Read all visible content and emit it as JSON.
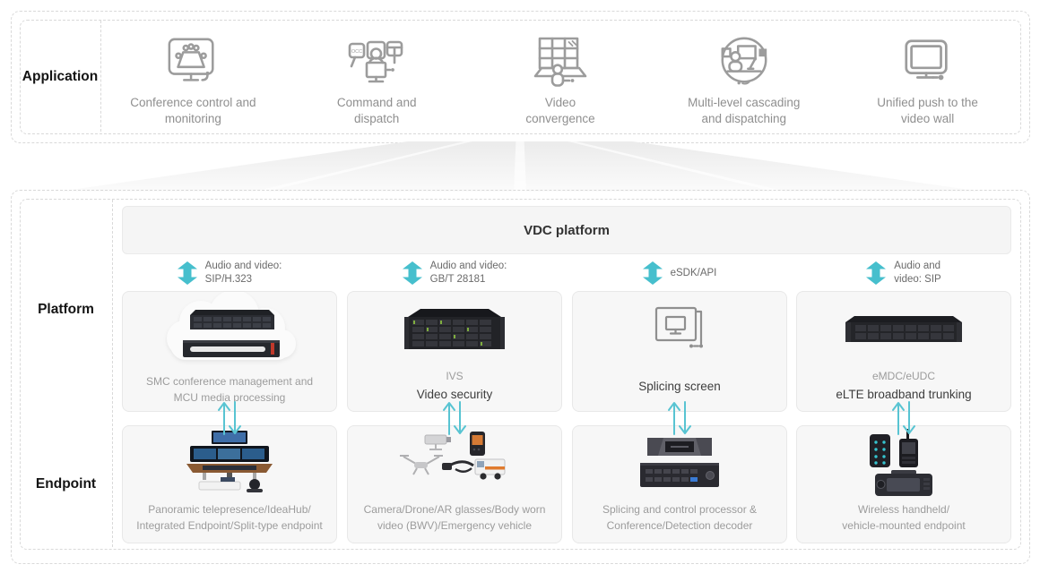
{
  "accent": {
    "teal": "#46bfcd",
    "arrow_thin": "#58c4d2"
  },
  "application": {
    "label": "Application",
    "items": [
      {
        "icon": "conference-control-icon",
        "line1": "Conference control and",
        "line2": "monitoring"
      },
      {
        "icon": "command-dispatch-icon",
        "line1": "Command and",
        "line2": "dispatch"
      },
      {
        "icon": "video-convergence-icon",
        "line1": "Video",
        "line2": "convergence"
      },
      {
        "icon": "multi-level-cascading-icon",
        "line1": "Multi-level cascading",
        "line2": "and dispatching"
      },
      {
        "icon": "video-wall-icon",
        "line1": "Unified push to the",
        "line2": "video wall"
      }
    ]
  },
  "platform": {
    "label": "Platform",
    "vdc_label": "VDC platform",
    "connectors": [
      {
        "line1": "Audio and video:",
        "line2": "SIP/H.323"
      },
      {
        "line1": "Audio and video:",
        "line2": "GB/T 28181"
      },
      {
        "line1": "eSDK/API",
        "line2": ""
      },
      {
        "line1": "Audio and",
        "line2": "video: SIP"
      }
    ],
    "boxes": [
      {
        "gray1": "SMC conference management and",
        "gray2": "MCU media processing",
        "dark": ""
      },
      {
        "gray1": "IVS",
        "gray2": "",
        "dark": "Video security"
      },
      {
        "gray1": "",
        "gray2": "",
        "dark": "Splicing screen"
      },
      {
        "gray1": "eMDC/eUDC",
        "gray2": "",
        "dark": "eLTE broadband trunking"
      }
    ]
  },
  "endpoint": {
    "label": "Endpoint",
    "boxes": [
      {
        "line1": "Panoramic telepresence/IdeaHub/",
        "line2": "Integrated Endpoint/Split-type endpoint"
      },
      {
        "line1": "Camera/Drone/AR glasses/Body worn",
        "line2": "video (BWV)/Emergency vehicle"
      },
      {
        "line1": "Splicing and control processor &",
        "line2": "Conference/Detection decoder"
      },
      {
        "line1": "Wireless handheld/",
        "line2": "vehicle-mounted endpoint"
      }
    ]
  }
}
